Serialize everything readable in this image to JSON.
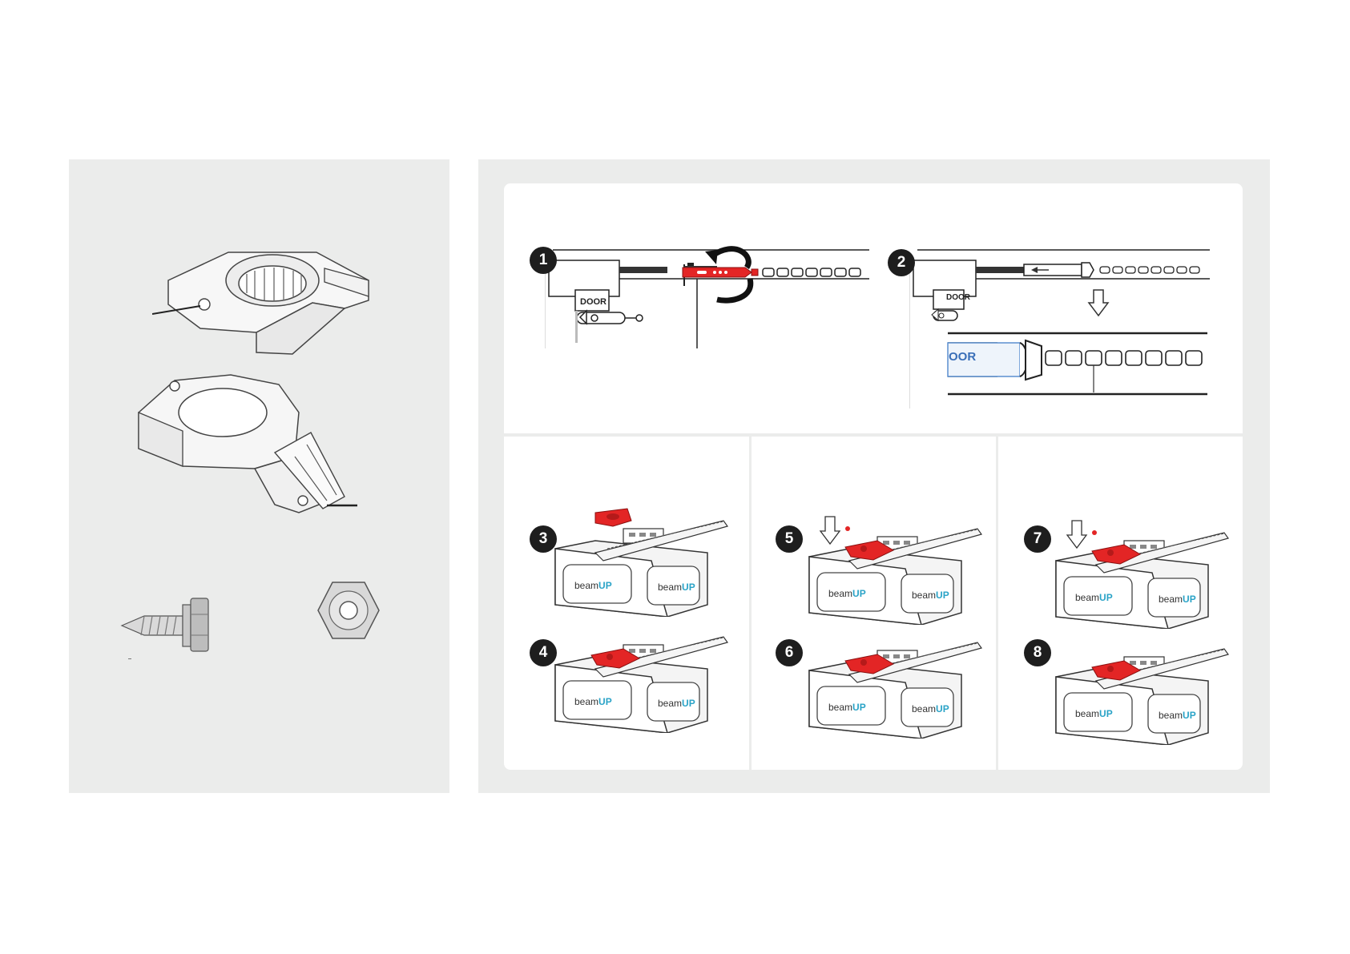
{
  "colors": {
    "panel_bg": "#ebeceb",
    "card_bg": "#ffffff",
    "accent_red": "#e32525",
    "step_badge": "#1e1e1e",
    "brand_teal": "#2aa3c7"
  },
  "parts_panel": {
    "items": [
      {
        "name": "sprocket-cover-top",
        "icon": "sprocket-cover-icon"
      },
      {
        "name": "sprocket-cover-base",
        "icon": "sprocket-base-icon"
      },
      {
        "name": "hex-screw",
        "icon": "hex-screw-icon"
      },
      {
        "name": "hex-nut",
        "icon": "hex-nut-icon"
      }
    ]
  },
  "steps": [
    {
      "number": "1"
    },
    {
      "number": "2"
    },
    {
      "number": "3"
    },
    {
      "number": "4"
    },
    {
      "number": "5"
    },
    {
      "number": "6"
    },
    {
      "number": "7"
    },
    {
      "number": "8"
    }
  ],
  "labels": {
    "door": "DOOR",
    "door_partial": "OOR",
    "brand_prefix": "beam",
    "brand_suffix": "UP"
  }
}
